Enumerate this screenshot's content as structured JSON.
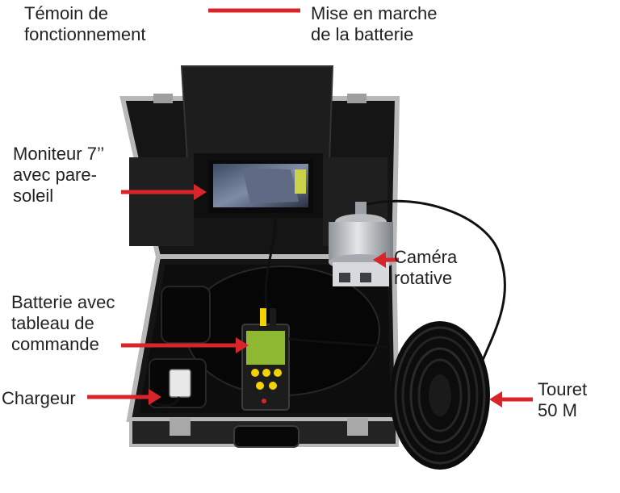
{
  "labels": {
    "status_light": "Témoin de\nfonctionnement",
    "battery_power": "Mise en marche\nde la batterie",
    "monitor": "Moniteur 7’’\navec pare-\nsoleil",
    "camera": "Caméra\nrotative",
    "battery_panel": "Batterie avec\ntableau de\ncommande",
    "charger": "Chargeur",
    "reel": "Touret\n50 M"
  },
  "colors": {
    "arrow": "#d9252a",
    "case_shell": "#151515",
    "case_trim": "#b8b8b8",
    "foam": "#0d0d0d",
    "camera_body": "#c7c9cc",
    "control_panel": "#8fb832",
    "panel_button": "#f2d300",
    "cable": "#101010"
  }
}
